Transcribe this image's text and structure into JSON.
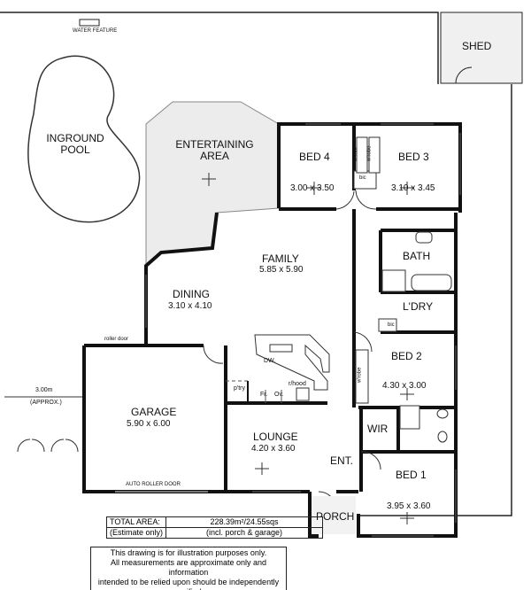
{
  "site": {
    "water_feature": "WATER FEATURE",
    "pool": "INGROUND POOL",
    "shed": "SHED",
    "setback": "3.00m",
    "setback_note": "(APPROX.)"
  },
  "rooms": {
    "entertaining": {
      "name": "ENTERTAINING AREA"
    },
    "bed4": {
      "name": "BED 4",
      "size": "3.00 x 3.50"
    },
    "bed3": {
      "name": "BED 3",
      "size": "3.10 x 3.45"
    },
    "family": {
      "name": "FAMILY",
      "size": "5.85 x 5.90"
    },
    "dining": {
      "name": "DINING",
      "size": "3.10 x 4.10"
    },
    "bath": {
      "name": "BATH"
    },
    "laundry": {
      "name": "L'DRY"
    },
    "bed2": {
      "name": "BED 2",
      "size": "4.30 x 3.00"
    },
    "garage": {
      "name": "GARAGE",
      "size": "5.90 x 6.00"
    },
    "lounge": {
      "name": "LOUNGE",
      "size": "4.20 x 3.60"
    },
    "wir": {
      "name": "WIR"
    },
    "entry": {
      "name": "ENT."
    },
    "bed1": {
      "name": "BED 1",
      "size": "3.95 x 3.60"
    },
    "porch": {
      "name": "PORCH"
    }
  },
  "fixtures": {
    "wrobe_bed4": "w'robe",
    "wrobe_bed3": "w'robe",
    "bic": "bic",
    "bic_laundry": "bic",
    "wrobe_bed2": "w'robe",
    "dw": "DW.",
    "rhood": "r/hood",
    "pantry": "p'try",
    "fridge": "Fr.",
    "oven": "Ov.",
    "roller_door": "roller door",
    "auto_roller_door": "AUTO ROLLER DOOR"
  },
  "area": {
    "label": "TOTAL AREA:",
    "value": "228.39m²/24.55sqs",
    "note_label": "(Estimate only)",
    "note": "(incl. porch & garage)"
  },
  "disclaimer": [
    "This drawing is for illustration purposes only.",
    "All measurements are approximate only and information",
    "intended to be relied upon should be independently verified"
  ]
}
